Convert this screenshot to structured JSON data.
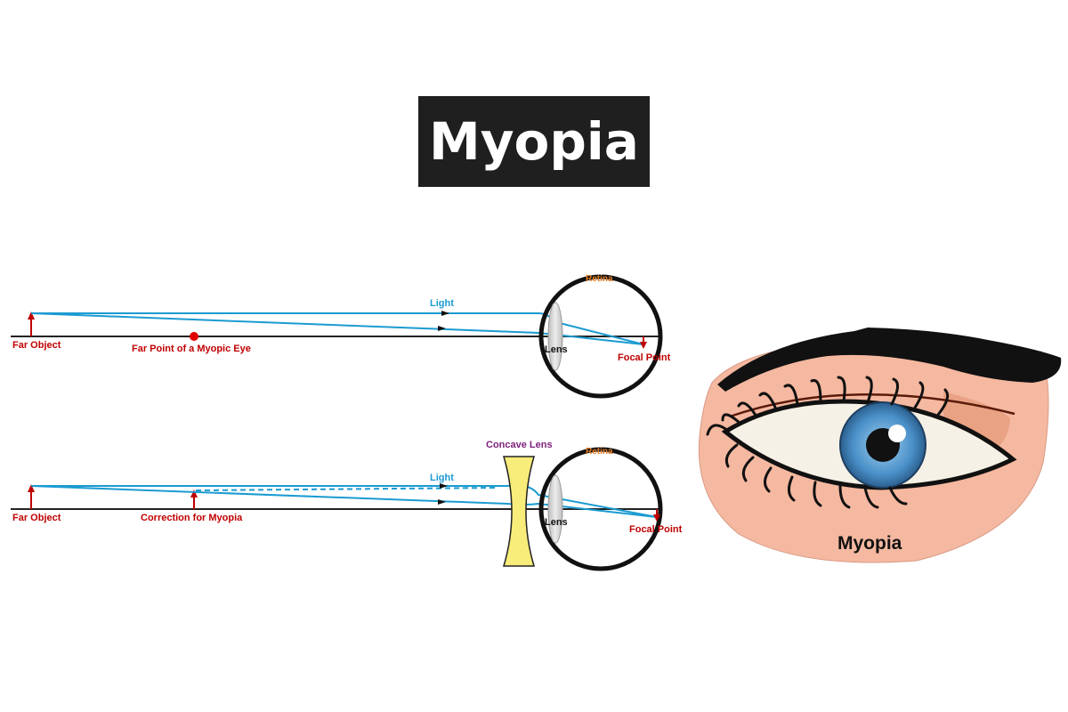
{
  "title": "Myopia",
  "top_diagram": {
    "far_object": "Far Object",
    "far_point": "Far Point of a Myopic Eye",
    "light": "Light",
    "retina": "Retina",
    "lens": "Lens",
    "focal_point": "Focal Point"
  },
  "bottom_diagram": {
    "far_object": "Far Object",
    "correction": "Correction for Myopia",
    "concave_lens": "Concave Lens",
    "light": "Light",
    "retina": "Retina",
    "lens": "Lens",
    "focal_point": "Focal Point"
  },
  "eye_illustration": {
    "caption": "Myopia"
  },
  "colors": {
    "title_bg": "#1f1f1f",
    "label_red": "#c00000",
    "light_blue": "#1b9bd1",
    "retina_orange": "#e07a22",
    "concave_purple": "#7b1f7b",
    "concave_fill": "#f8ec7a",
    "skin": "#f5b8a0",
    "iris": "#4a90c8"
  }
}
